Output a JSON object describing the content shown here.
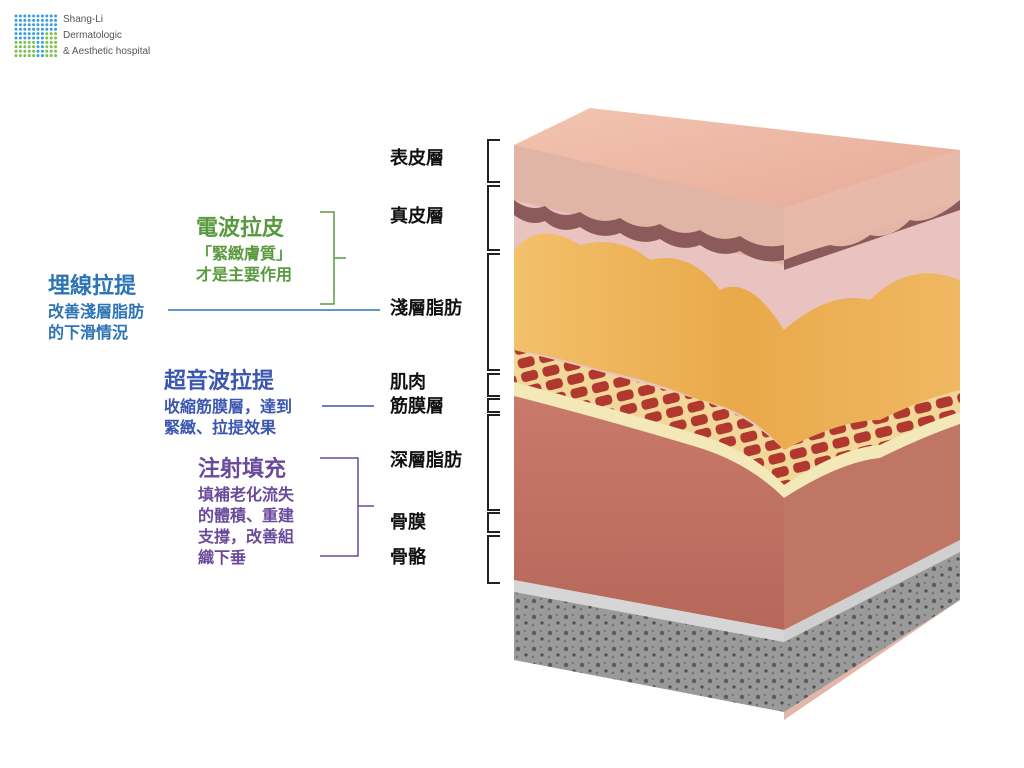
{
  "logo": {
    "line1": "Shang-Li",
    "line2": "Dermatologic",
    "line3": "& Aesthetic hospital",
    "colors": [
      "#3aa0dc",
      "#7cc04a"
    ]
  },
  "layers": {
    "epidermis": "表皮層",
    "dermis": "真皮層",
    "superficial_fat": "淺層脂肪",
    "muscle": "肌肉",
    "fascia": "筋膜層",
    "deep_fat": "深層脂肪",
    "periosteum": "骨膜",
    "bone": "骨骼"
  },
  "treatments": {
    "rf": {
      "title": "電波拉皮",
      "desc1": "「緊緻膚質」",
      "desc2": "才是主要作用",
      "color": "#5a9a3f"
    },
    "thread": {
      "title": "埋線拉提",
      "desc1": "改善淺層脂肪",
      "desc2": "的下滑情況",
      "color": "#2b74b5"
    },
    "hifu": {
      "title": "超音波拉提",
      "desc1": "收縮筋膜層，達到",
      "desc2": "緊緻、拉提效果",
      "color": "#3a56b0"
    },
    "filler": {
      "title": "注射填充",
      "desc1": "填補老化流失",
      "desc2": "的體積、重建",
      "desc3": "支撐，改善組",
      "desc4": "織下垂",
      "color": "#6a4a9a"
    }
  }
}
